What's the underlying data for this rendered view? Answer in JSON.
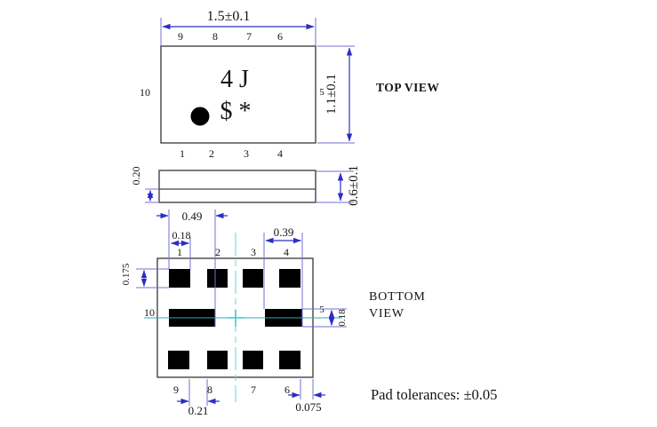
{
  "top_view": {
    "title": "TOP VIEW",
    "dim_width": "1.5±0.1",
    "dim_height": "1.1±0.1",
    "pins_top": [
      "9",
      "8",
      "7",
      "6"
    ],
    "pin_left": "10",
    "pin_right": "5",
    "pins_bottom": [
      "1",
      "2",
      "3",
      "4"
    ],
    "marking_line1": "4 J",
    "marking_line2": "$ *"
  },
  "side_view": {
    "dim_standoff": "0.20",
    "dim_height": "0.6±0.1"
  },
  "bottom_view": {
    "title_line1": "BOTTOM",
    "title_line2": "VIEW",
    "pins_top": [
      "1",
      "2",
      "3",
      "4"
    ],
    "pin_left": "10",
    "pin_right": "5",
    "pins_bottom": [
      "9",
      "8",
      "7",
      "6"
    ],
    "dim_pad10_width": "0.49",
    "dim_pad_width": "0.18",
    "dim_pad5_width": "0.39",
    "dim_pad_height": "0.175",
    "dim_pad5_height": "0.18",
    "dim_pad_gap": "0.21",
    "dim_edge_gap": "0.075"
  },
  "note": {
    "pad_tolerance": "Pad tolerances: ±0.05"
  },
  "colors": {
    "dimension_blue": "#2d2dc4",
    "extension_blue": "#7070d4",
    "outline_gray": "#454545",
    "pad_black": "#000000",
    "centerline_cyan": "#5fd9d9",
    "centerline_teal": "#35a8a8"
  }
}
